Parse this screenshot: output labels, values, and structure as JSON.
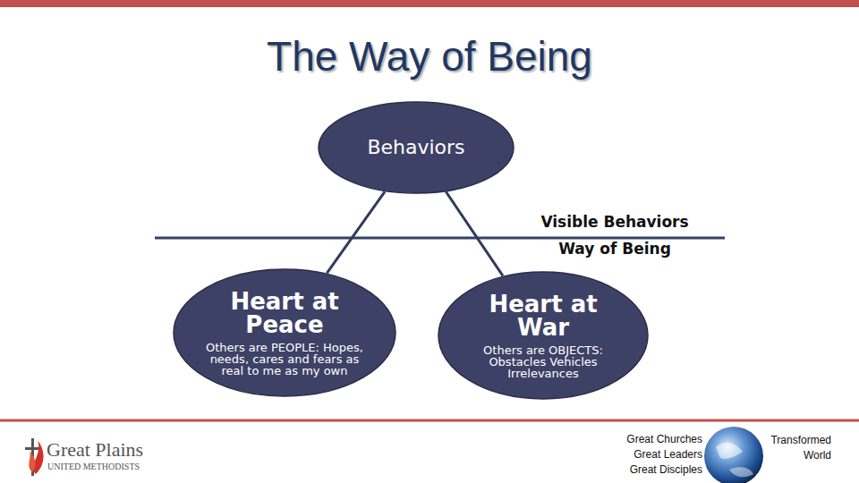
{
  "diagram": {
    "title": "The Way of Being",
    "nodes": [
      {
        "text": [
          "Behaviors"
        ]
      },
      {
        "text": [
          "Heart at Peace",
          "Others are PEOPLE: Hopes, needs, cares and fears as real to me as my own"
        ]
      },
      {
        "text": [
          "Heart at War",
          "Others are OBJECTS: Obstacles Vehicles Irrelevances"
        ]
      }
    ],
    "edges": [
      {
        "from": 0,
        "to": 1,
        "arrow": "none"
      },
      {
        "from": 0,
        "to": 2,
        "arrow": "none"
      }
    ],
    "labels": [
      "Visible Behaviors",
      "Way of Being",
      "Great Plains",
      "UNITED METHODISTS",
      "Great Churches",
      "Great Leaders",
      "Great Disciples",
      "Transformed World"
    ]
  }
}
